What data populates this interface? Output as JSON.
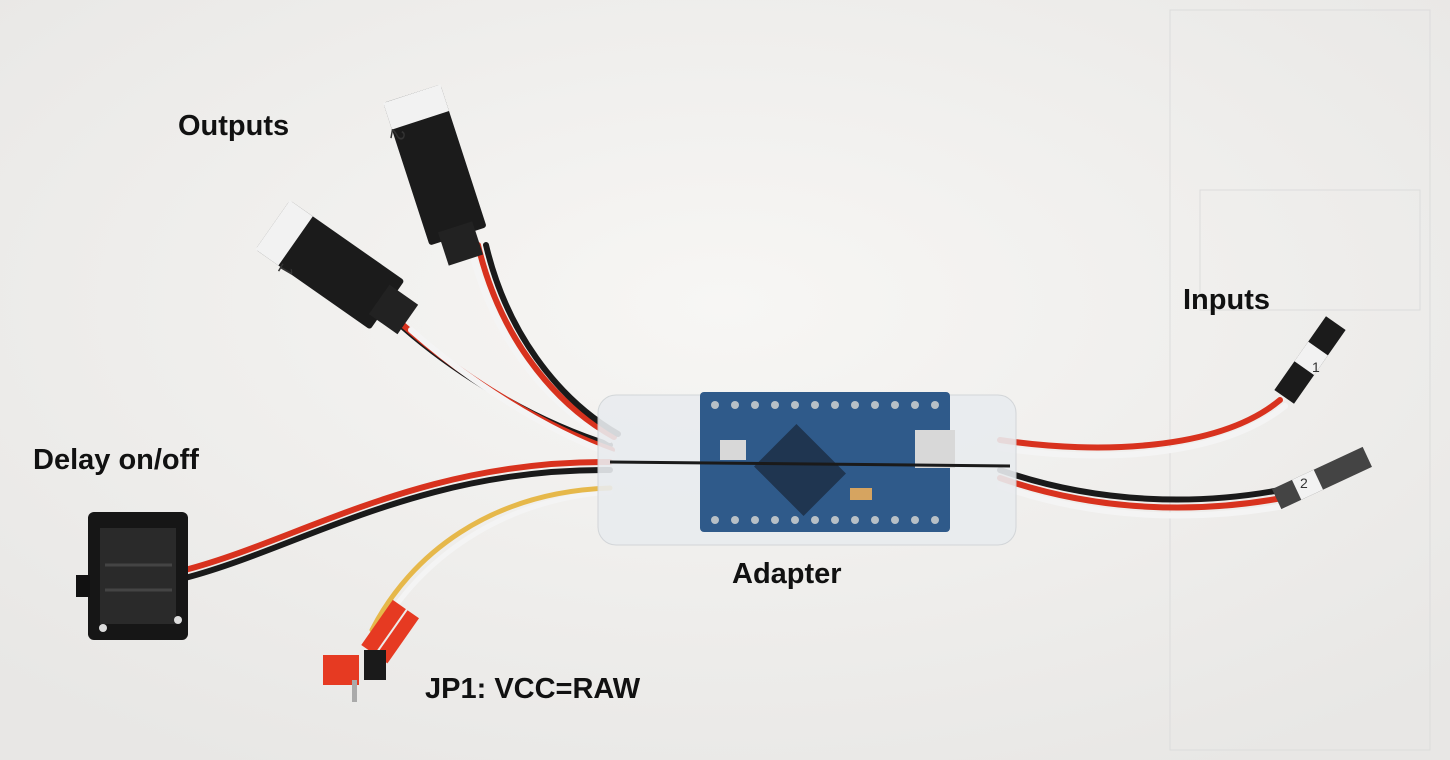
{
  "labels": {
    "outputs": "Outputs",
    "delay": "Delay on/off",
    "inputs": "Inputs",
    "adapter": "Adapter",
    "jumper": "JP1: VCC=RAW"
  },
  "connector_numbers": {
    "output1": "1",
    "output2": "2",
    "input1": "1",
    "input2": "2"
  },
  "colors": {
    "background": "#f1f0ee",
    "board": "#2f5a8a",
    "wire_red": "#d8321e",
    "wire_black": "#1a1a1a",
    "wire_white": "#f4f4f4",
    "wire_yellow": "#e6b84a",
    "jumper_red": "#e63a22"
  }
}
